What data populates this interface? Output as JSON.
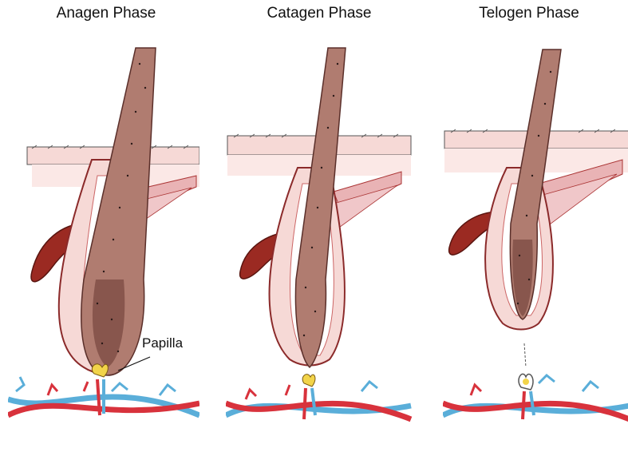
{
  "phases": {
    "anagen": "Anagen Phase",
    "catagen": "Catagen Phase",
    "telogen": "Telogen Phase"
  },
  "labels": {
    "papilla": "Papilla"
  },
  "colors": {
    "skin": "#f6d9d6",
    "hair": "#b07c70",
    "hair_dark": "#6e3d36",
    "sheath": "#d98c90",
    "gland": "#9b2a22",
    "artery": "#d8323c",
    "vein": "#5aaed9",
    "papilla": "#f2d44a"
  }
}
